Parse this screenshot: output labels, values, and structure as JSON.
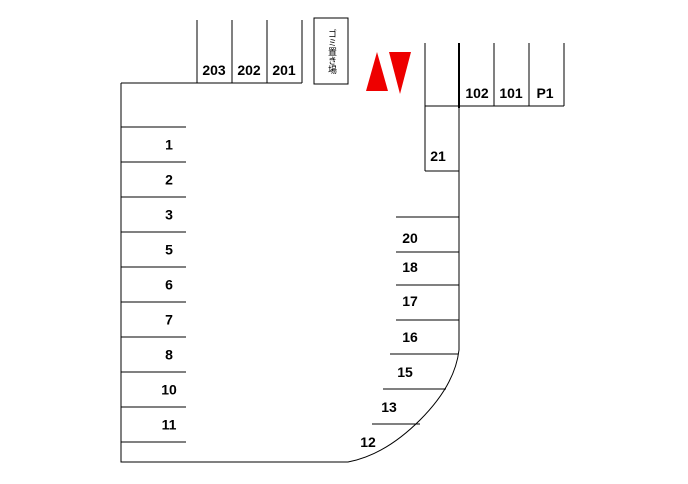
{
  "colors": {
    "line": "#000000",
    "background": "#ffffff",
    "arrow": "#ee0000"
  },
  "top_spaces": [
    "203",
    "202",
    "201"
  ],
  "garbage_area_label": "ゴミ置き場",
  "right_top_spaces": [
    "102",
    "101",
    "P1"
  ],
  "left_spaces": [
    "1",
    "2",
    "3",
    "5",
    "6",
    "7",
    "8",
    "10",
    "11"
  ],
  "right_spaces": [
    "21",
    "20",
    "18",
    "17",
    "16",
    "15",
    "13",
    "12"
  ],
  "icons": {
    "entry_arrow": "red-up-triangle",
    "exit_arrow": "red-down-triangle"
  }
}
